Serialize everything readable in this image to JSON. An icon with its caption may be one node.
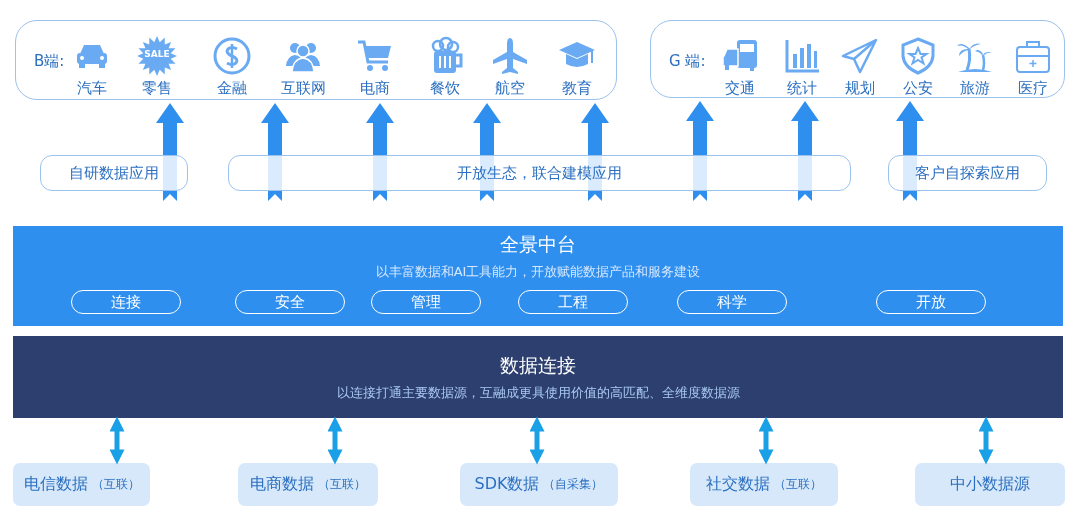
{
  "diagram": {
    "nodes": [
      {
        "text": [
          "B端:"
        ]
      },
      {
        "text": [
          "G 端:"
        ]
      },
      {
        "text": [
          "自研数据应用"
        ]
      },
      {
        "text": [
          "开放生态，联合建模应用"
        ]
      },
      {
        "text": [
          "客户自探索应用"
        ]
      },
      {
        "text": [
          "全景中台",
          "以丰富数据和AI工具能力，开放赋能数据产品和服务建设"
        ]
      },
      {
        "text": [
          "连接"
        ],
        "in": 5
      },
      {
        "text": [
          "安全"
        ],
        "in": 5
      },
      {
        "text": [
          "管理"
        ],
        "in": 5
      },
      {
        "text": [
          "工程"
        ],
        "in": 5
      },
      {
        "text": [
          "科学"
        ],
        "in": 5
      },
      {
        "text": [
          "开放"
        ],
        "in": 5
      },
      {
        "text": [
          "数据连接",
          "以连接打通主要数据源，互融成更具使用价值的高匹配、全维度数据源"
        ]
      },
      {
        "text": [
          "电信数据",
          "（互联）"
        ]
      },
      {
        "text": [
          "电商数据",
          "（互联）"
        ]
      },
      {
        "text": [
          "SDK数据",
          "（自采集）"
        ]
      },
      {
        "text": [
          "社交数据",
          "（互联）"
        ]
      },
      {
        "text": [
          "中小数据源"
        ]
      }
    ],
    "edges": [
      {
        "from": 2,
        "to": 0,
        "arrow": "to"
      },
      {
        "from": 3,
        "to": 0,
        "arrow": "to"
      },
      {
        "from": 3,
        "to": 0,
        "arrow": "to"
      },
      {
        "from": 3,
        "to": 0,
        "arrow": "to"
      },
      {
        "from": 3,
        "to": 0,
        "arrow": "to"
      },
      {
        "from": 3,
        "to": 1,
        "arrow": "to"
      },
      {
        "from": 3,
        "to": 1,
        "arrow": "to"
      },
      {
        "from": 4,
        "to": 1,
        "arrow": "to"
      },
      {
        "from": 12,
        "to": 13,
        "arrow": "both",
        "color": "#1aa0e6"
      },
      {
        "from": 12,
        "to": 14,
        "arrow": "both",
        "color": "#1aa0e6"
      },
      {
        "from": 12,
        "to": 15,
        "arrow": "both",
        "color": "#1aa0e6"
      },
      {
        "from": 12,
        "to": 16,
        "arrow": "both",
        "color": "#1aa0e6"
      },
      {
        "from": 12,
        "to": 17,
        "arrow": "both",
        "color": "#1aa0e6"
      }
    ],
    "labels": [
      "SALE",
      "汽车",
      "零售",
      "金融",
      "互联网",
      "电商",
      "餐饮",
      "航空",
      "教育",
      "交通",
      "统计",
      "规划",
      "公安",
      "旅游",
      "医疗"
    ]
  }
}
